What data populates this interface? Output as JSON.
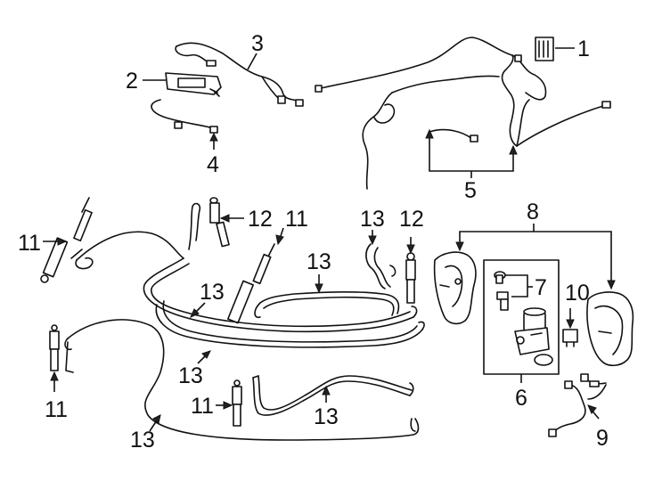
{
  "diagram": {
    "callouts": {
      "c1": "1",
      "c2": "2",
      "c3": "3",
      "c4": "4",
      "c5": "5",
      "c6": "6",
      "c7": "7",
      "c8": "8",
      "c9": "9",
      "c10": "10",
      "c11a": "11",
      "c11b": "11",
      "c11c": "11",
      "c11d": "11",
      "c12a": "12",
      "c12b": "12",
      "c13a": "13",
      "c13b": "13",
      "c13c": "13",
      "c13d": "13",
      "c13e": "13",
      "c13f": "13"
    }
  }
}
